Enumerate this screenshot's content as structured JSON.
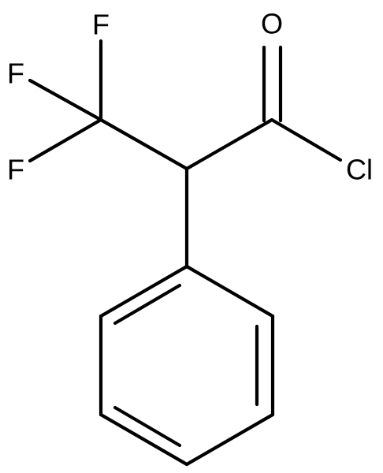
{
  "molecule": {
    "atoms": {
      "f_top": "F",
      "f_middle": "F",
      "f_bottom": "F",
      "oxygen": "O",
      "chlorine": "Cl"
    }
  }
}
